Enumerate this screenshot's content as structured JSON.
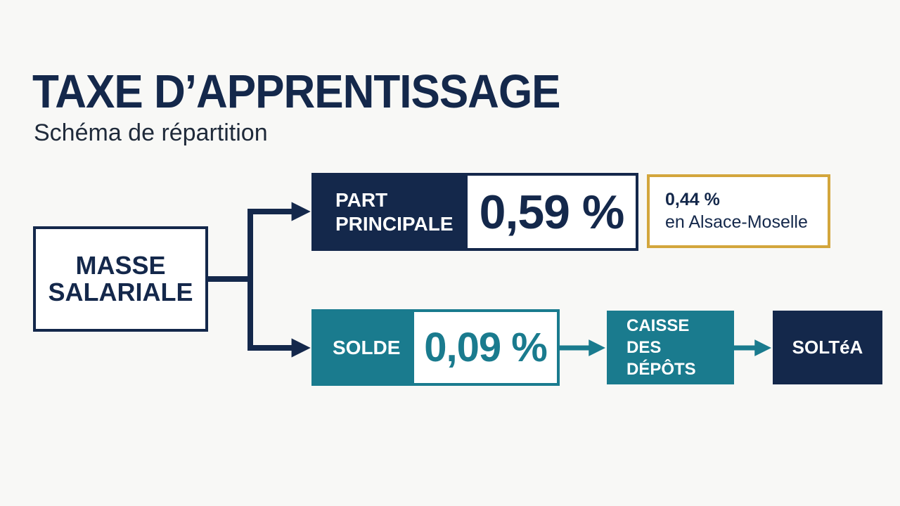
{
  "header": {
    "title": "TAXE D’APPRENTISSAGE",
    "subtitle": "Schéma de répartition"
  },
  "diagram": {
    "source": {
      "label": "MASSE\nSALARIALE"
    },
    "part_principale": {
      "label": "PART\nPRINCIPALE",
      "rate": "0,59 %"
    },
    "alsace_moselle": {
      "rate": "0,44 %",
      "label": "en Alsace-Moselle"
    },
    "solde": {
      "label": "SOLDE",
      "rate": "0,09 %"
    },
    "caisse_des_depots": {
      "label": "CAISSE\nDES DÉPÔTS"
    },
    "soltea": {
      "label": "SOLTéA"
    },
    "colors": {
      "navy": "#14284b",
      "teal": "#1a7b8e",
      "gold": "#d3a63c"
    }
  }
}
